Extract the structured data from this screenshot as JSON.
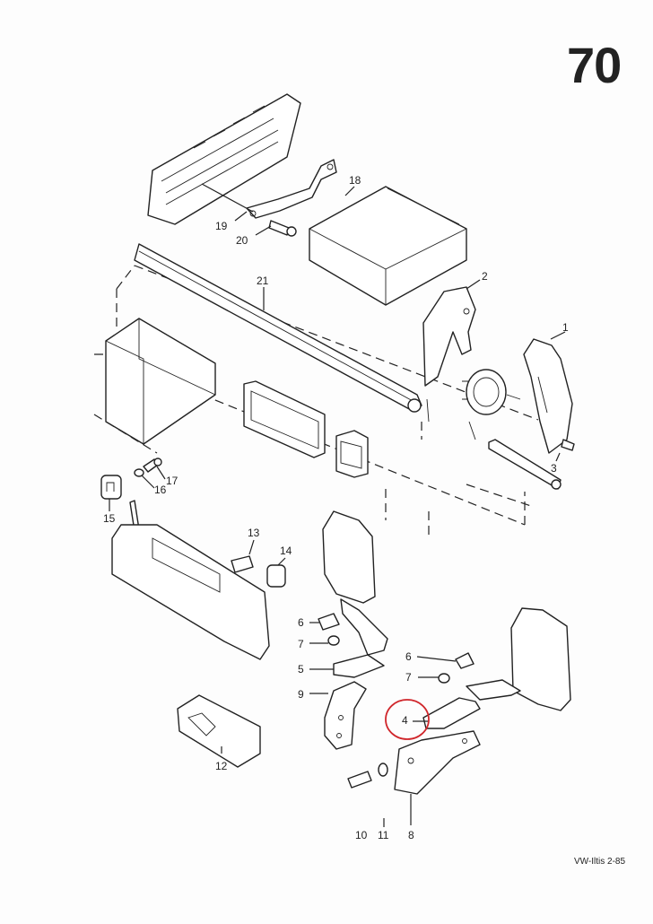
{
  "page": {
    "number": "70",
    "reference": "VW-Iltis 2-85"
  },
  "callouts": {
    "c1": "1",
    "c2": "2",
    "c3": "3",
    "c4": "4",
    "c5": "5",
    "c6a": "6",
    "c6b": "6",
    "c7a": "7",
    "c7b": "7",
    "c8": "8",
    "c9": "9",
    "c10": "10",
    "c11": "11",
    "c12": "12",
    "c13": "13",
    "c14": "14",
    "c15": "15",
    "c16": "16",
    "c17": "17",
    "c18": "18",
    "c19": "19",
    "c20": "20",
    "c21": "21"
  },
  "highlight": {
    "color": "#d0262b",
    "target": "4"
  },
  "colors": {
    "ink": "#222222",
    "paper": "#fdfdfd"
  }
}
